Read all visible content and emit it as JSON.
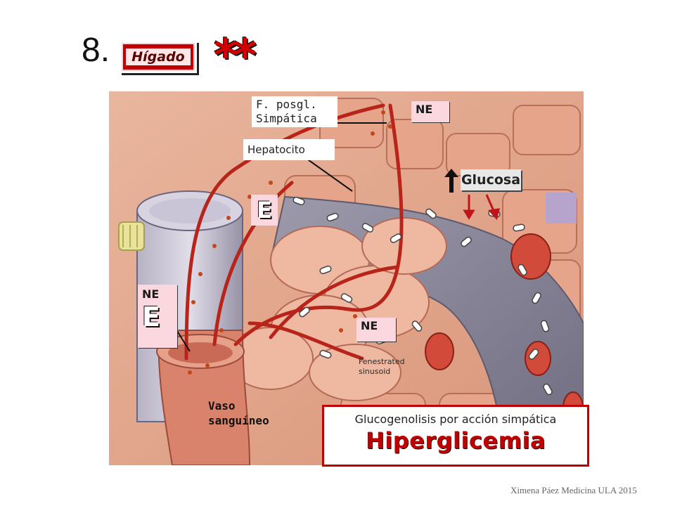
{
  "slide": {
    "number": "8.",
    "title": "Hígado",
    "stars": "**"
  },
  "labels": {
    "fibra_line1": "F. posgl.",
    "fibra_line2": "Simpática",
    "hepatocito": "Hepatocito",
    "glucosa": "Glucosa",
    "ne_top": "NE",
    "ne_mid": "NE",
    "ne_left": "NE",
    "e_left": "E",
    "e_mid": "E",
    "vaso_line1": "Vaso",
    "vaso_line2": "sanguíneo",
    "fenestrated_line1": "Fenestrated",
    "fenestrated_line2": "sinusoid"
  },
  "summary": {
    "subtitle": "Glucogenolisis por acción simpática",
    "main": "Hiperglicemia"
  },
  "footer": "Ximena Páez Medicina ULA 2015",
  "colors": {
    "accent_red": "#c00000",
    "badge_pink": "#fbd7e0",
    "tissue_bg": "#e2a48c",
    "sinusoid": "#8a8799",
    "lavender": "#b7a4cc"
  }
}
